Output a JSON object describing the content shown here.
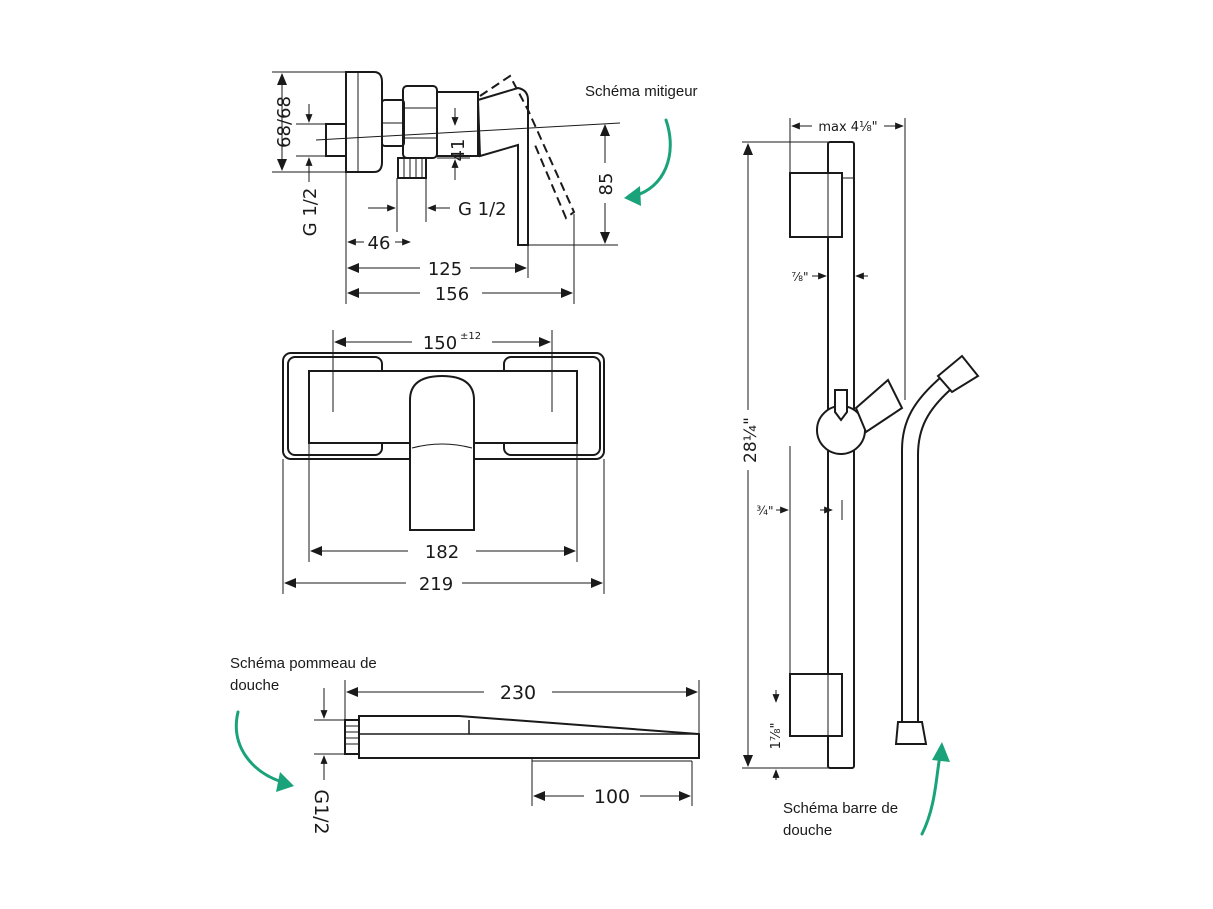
{
  "captions": {
    "mixer": "Schéma mitigeur",
    "head_line1": "Schéma pommeau de",
    "head_line2": "douche",
    "rail_line1": "Schéma barre de",
    "rail_line2": "douche"
  },
  "colors": {
    "accent_arrow": "#1aa37a",
    "line": "#1a1a1a"
  },
  "mixer_side": {
    "height_label": "68/68",
    "thread_left": "G 1/2",
    "dim_41": "41",
    "dim_85": "85",
    "thread_bottom": "G 1/2",
    "dim_46": "46",
    "dim_125": "125",
    "dim_156": "156"
  },
  "mixer_front": {
    "dim_150": "150",
    "tolerance": "±12",
    "dim_182": "182",
    "dim_219": "219"
  },
  "head": {
    "dim_230": "230",
    "dim_100": "100",
    "thread": "G1/2"
  },
  "rail": {
    "max_width": "max 4⅛\"",
    "dim_78": "⅞\"",
    "dim_length": "28¼\"",
    "dim_34": "¾\"",
    "dim_178": "1⅞\""
  }
}
